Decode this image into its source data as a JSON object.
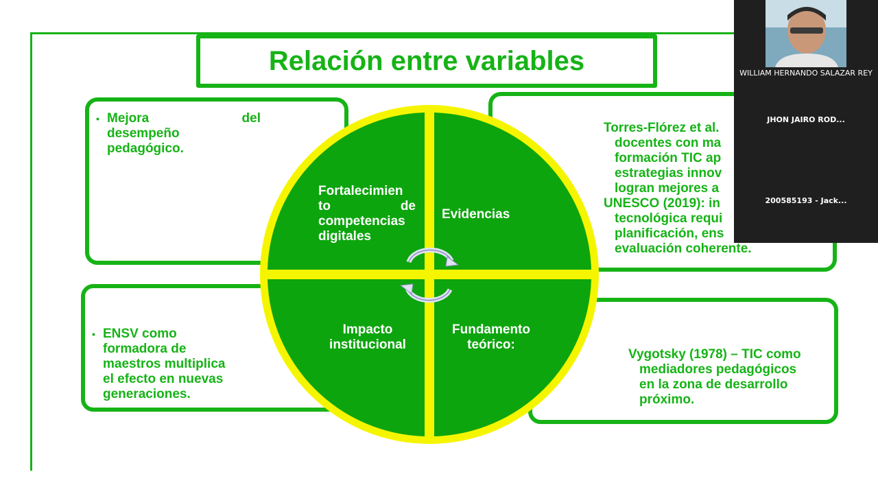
{
  "slide": {
    "title": "Relación entre variables",
    "top_left": {
      "bullet": "•",
      "word1": "Mejora",
      "word2": "del",
      "line2": "desempeño",
      "line3": "pedagógico."
    },
    "top_right": {
      "lines": [
        "Torres-Flórez et al.",
        "docentes con ma",
        "formación TIC ap",
        "estrategias innov",
        "logran mejores a",
        "UNESCO (2019): in",
        "tecnológica requi",
        "planificación, ens",
        "evaluación coherente."
      ]
    },
    "bottom_left": {
      "bullet": "•",
      "lines": [
        "ENSV como",
        "formadora de",
        "maestros multiplica",
        "el efecto en nuevas",
        "generaciones."
      ]
    },
    "bottom_right": {
      "lines": [
        "Vygotsky (1978) – TIC como",
        "mediadores pedagógicos",
        "en la zona de desarrollo",
        "próximo."
      ]
    },
    "quadrants": {
      "q1": {
        "line1": "Fortalecimien",
        "line2a": "to",
        "line2b": "de",
        "line3": "competencias",
        "line4": "digitales"
      },
      "q2": "Evidencias",
      "q3": {
        "line1": "Impacto",
        "line2": "institucional"
      },
      "q4": {
        "line1": "Fundamento",
        "line2": "teórico:"
      }
    },
    "colors": {
      "green": "#16b316",
      "yellow": "#f5f500",
      "circle_fill": "#0da50d"
    }
  },
  "video_panel": {
    "participants": [
      "WILLIAM HERNANDO SALAZAR REY",
      "JHON  JAIRO  ROD...",
      "200585193  -  Jack..."
    ]
  }
}
